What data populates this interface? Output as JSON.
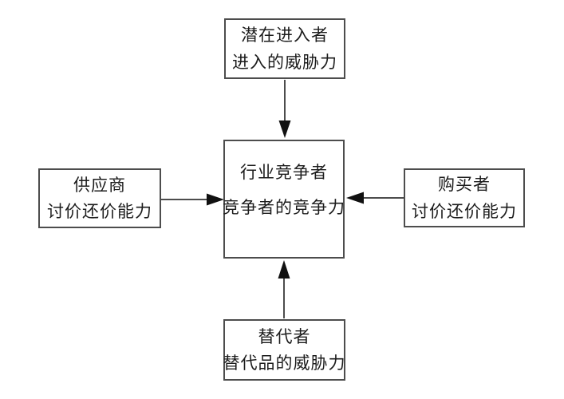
{
  "diagram": {
    "nodes": {
      "top": {
        "line1": "潜在进入者",
        "line2": "进入的威胁力"
      },
      "left": {
        "line1": "供应商",
        "line2": "讨价还价能力"
      },
      "center": {
        "line1": "行业竞争者",
        "line2": "竞争者的竞争力"
      },
      "right": {
        "line1": "购买者",
        "line2": "讨价还价能力"
      },
      "bottom": {
        "line1": "替代者",
        "line2": "替代品的威胁力"
      }
    },
    "edges": [
      {
        "from": "top",
        "to": "center",
        "direction": "down"
      },
      {
        "from": "left",
        "to": "center",
        "direction": "right"
      },
      {
        "from": "right",
        "to": "center",
        "direction": "left"
      },
      {
        "from": "bottom",
        "to": "center",
        "direction": "up"
      },
      {
        "type": "curved-rivalry-arrow",
        "on": "center",
        "direction": "counter-clockwise"
      }
    ],
    "colors": {
      "background": "#ffffff",
      "box_border": "#4d4d4d",
      "line": "#4d4d4d",
      "arrowhead": "#111111",
      "text": "#1c1c1c"
    }
  }
}
